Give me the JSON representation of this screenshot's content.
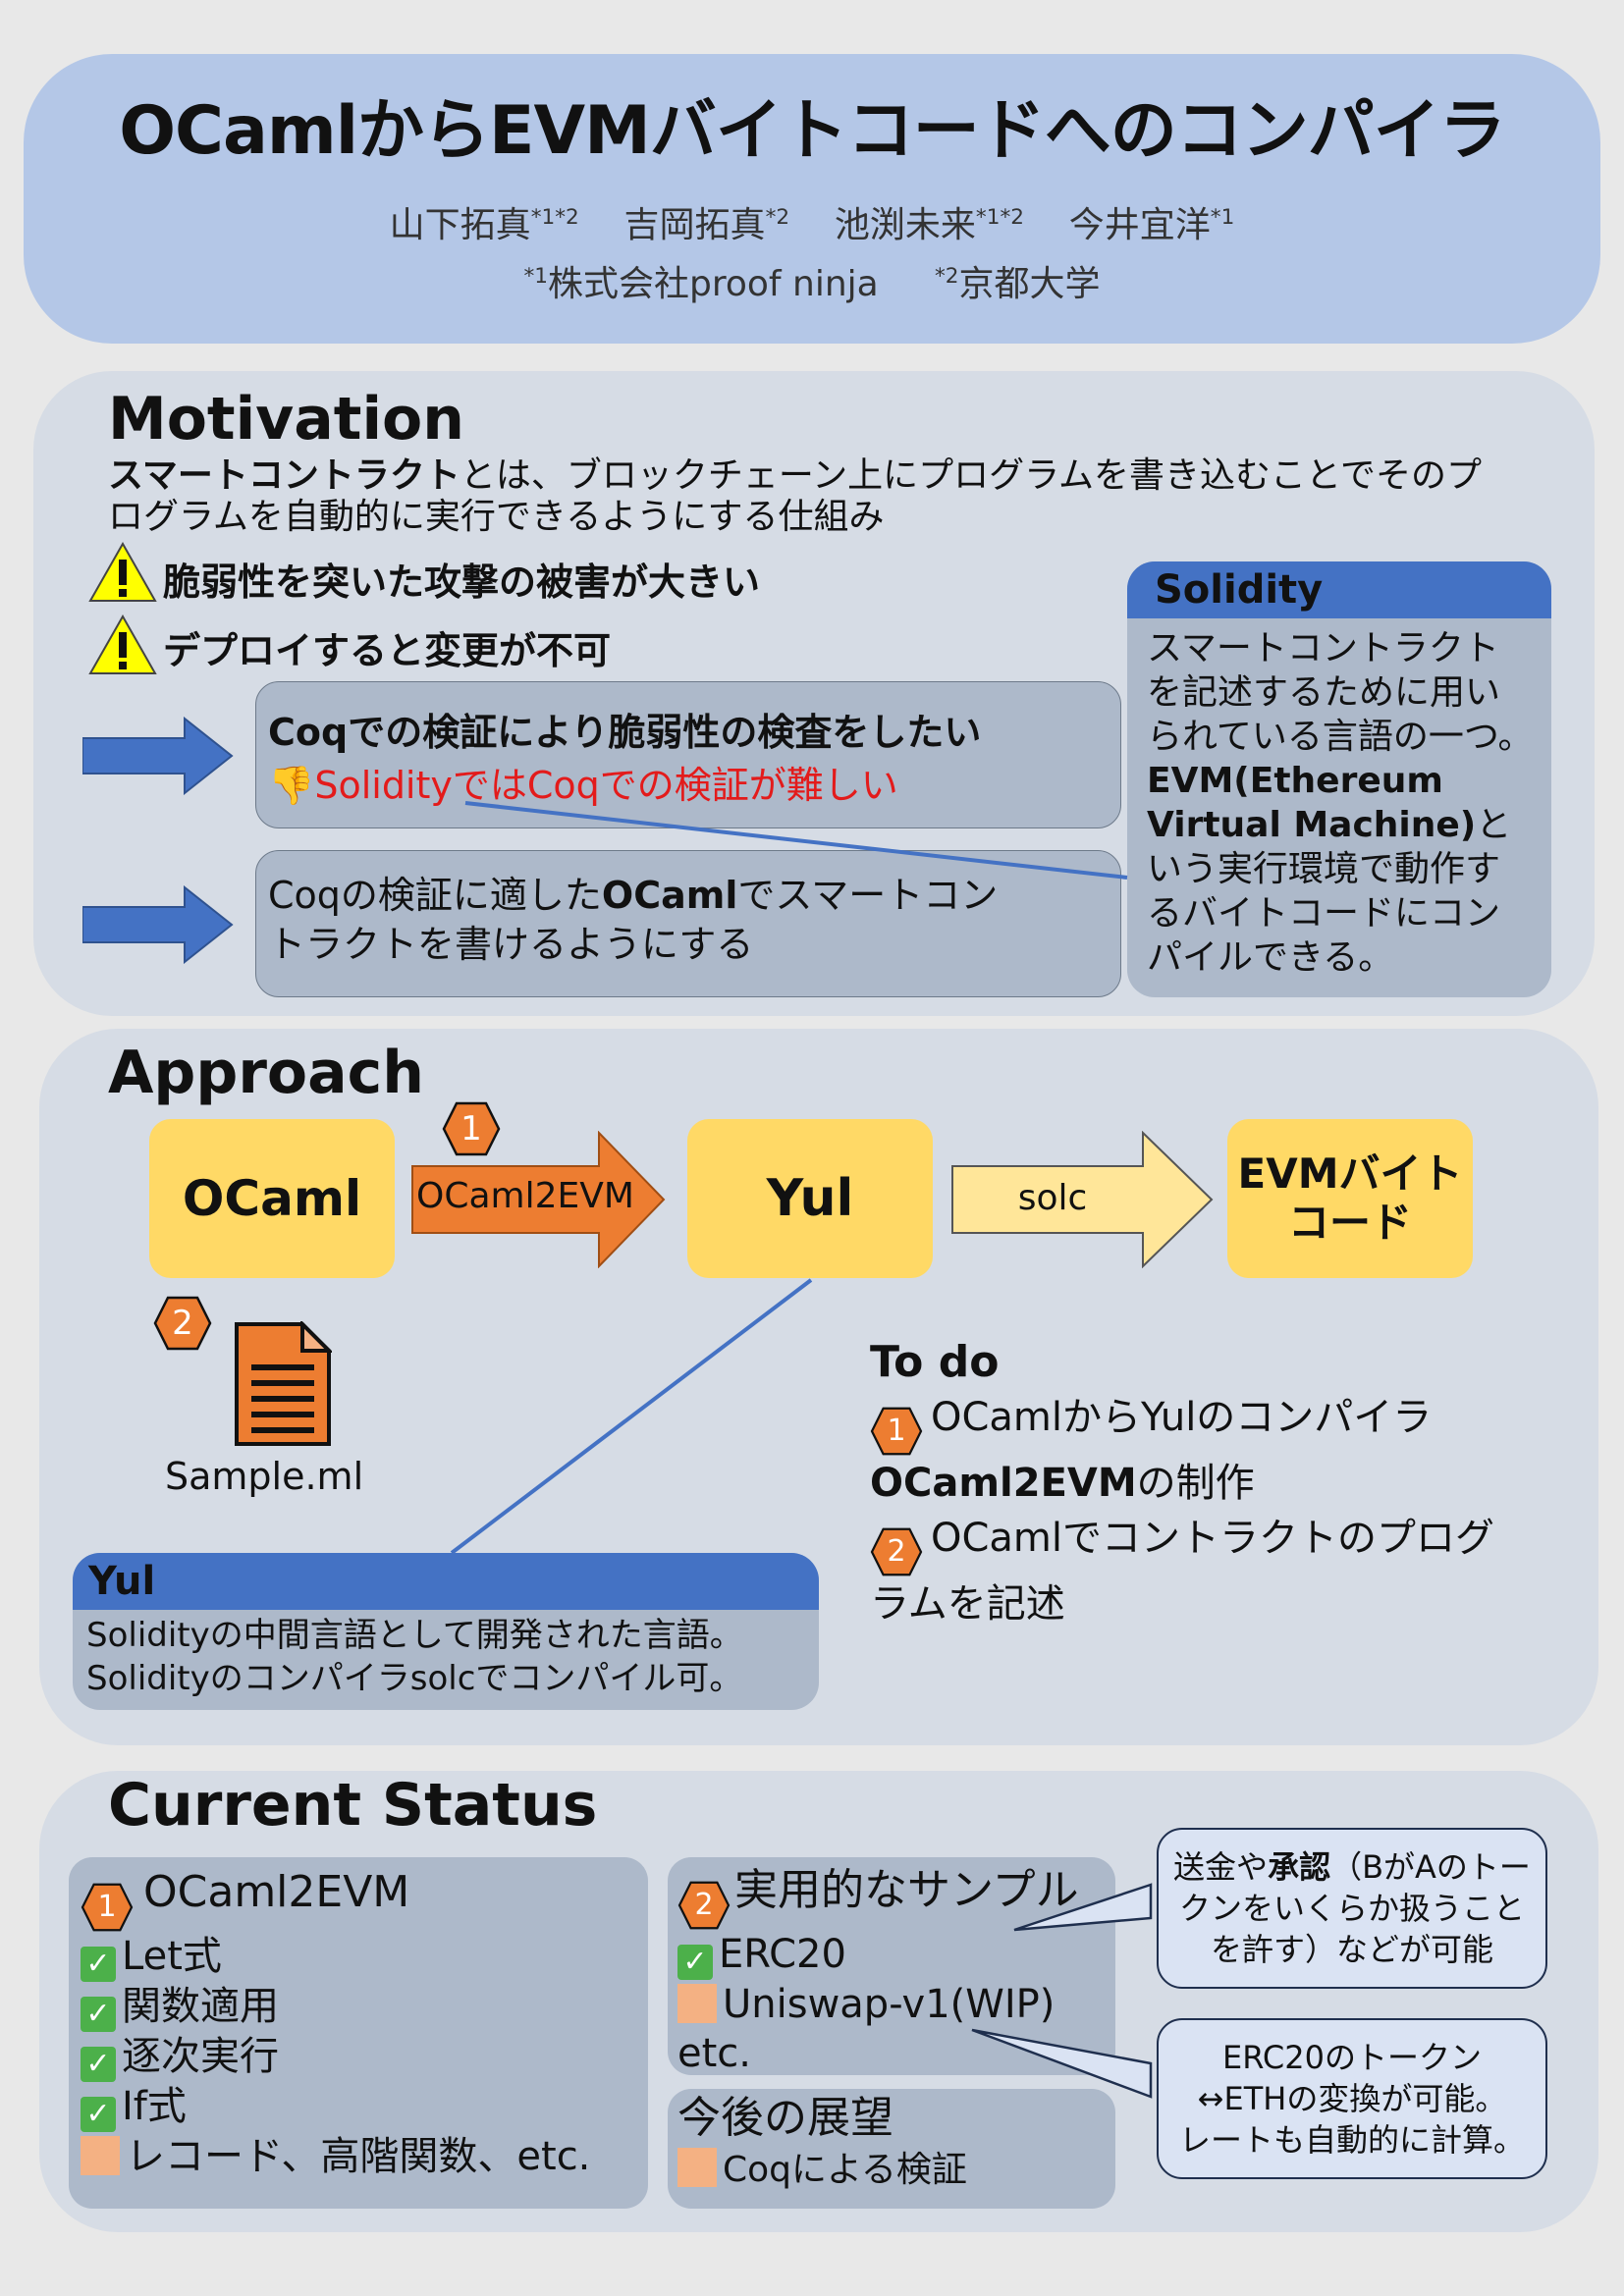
{
  "header": {
    "title": "OCamlからEVMバイトコードへのコンパイラ",
    "authors": [
      {
        "name": "山下拓真",
        "aff": "*1*2"
      },
      {
        "name": "吉岡拓真",
        "aff": "*2"
      },
      {
        "name": "池渕未来",
        "aff": "*1*2"
      },
      {
        "name": "今井宜洋",
        "aff": "*1"
      }
    ],
    "affiliations": [
      {
        "mark": "*1",
        "name": "株式会社proof ninja"
      },
      {
        "mark": "*2",
        "name": "京都大学"
      }
    ]
  },
  "motivation": {
    "title": "Motivation",
    "intro_bold": "スマートコントラクト",
    "intro_line1": "とは、ブロックチェーン上にプログラムを書き込むことでそのプ",
    "intro_line2": "ログラムを自動的に実行できるようにする仕組み",
    "warning1": "脆弱性を突いた攻撃の被害が大きい",
    "warning2": "デプロイすると変更が不可",
    "box1_title": "Coqでの検証により脆弱性の検査をしたい",
    "box1_sub": "SolidityではCoqでの検証が難しい",
    "box2_pre": "Coqの検証に適した",
    "box2_bold": "OCaml",
    "box2_post": "でスマートコン",
    "box2_line2": "トラクトを書けるようにする",
    "solidity": {
      "header": "Solidity",
      "lines1": [
        "スマートコントラクト",
        "を記述するために用い",
        "られている言語の一つ。"
      ],
      "bold1": "EVM(Ethereum",
      "bold2": "Virtual Machine)",
      "after_bold2": "と",
      "lines2": [
        "いう実行環境で動作す",
        "るバイトコードにコン",
        "パイルできる。"
      ]
    }
  },
  "approach": {
    "title": "Approach",
    "ocaml": "OCaml",
    "arrow1": "OCaml2EVM",
    "yul": "Yul",
    "arrow2": "solc",
    "evm_line1": "EVMバイト",
    "evm_line2": "コード",
    "badge1": "1",
    "badge2": "2",
    "file": "Sample.ml",
    "yul_box": {
      "header": "Yul",
      "line1": "Solidityの中間言語として開発された言語。",
      "line2": "Solidityのコンパイラsolcでコンパイル可。"
    },
    "todo": {
      "title": "To do",
      "item1_line1": "OCamlからYulのコンパイラ",
      "item1_bold": "OCaml2EVM",
      "item1_tail": "の制作",
      "item2_line1": "OCamlでコントラクトのプログ",
      "item2_line2": "ラムを記述"
    }
  },
  "status": {
    "title": "Current Status",
    "left": {
      "heading": "OCaml2EVM",
      "done": [
        "Let式",
        "関数適用",
        "逐次実行",
        "If式"
      ],
      "pending": [
        "レコード、高階関数、etc."
      ]
    },
    "mid": {
      "heading": "実用的なサンプル",
      "done": [
        "ERC20"
      ],
      "pending": [
        "Uniswap-v1(WIP)"
      ],
      "etc": "etc."
    },
    "future": {
      "heading": "今後の展望",
      "pending": [
        "Coqによる検証"
      ]
    },
    "callout1": {
      "pre": "送金や",
      "bold": "承認",
      "post": "（BがAのトー",
      "line2": "クンをいくらか扱うこと",
      "line3": "を許す）などが可能"
    },
    "callout2": {
      "line1": "ERC20のトークン",
      "line2": "↔ETHの変換が可能。",
      "line3": "レートも自動的に計算。"
    }
  },
  "colors": {
    "header_bg": "#b4c7e7",
    "section_bg": "#d6dce5",
    "box_bg": "#adb9ca",
    "accent_blue": "#4472c4",
    "yellow": "#ffd966",
    "orange": "#ed7d31",
    "red_text": "#e31b1b"
  }
}
